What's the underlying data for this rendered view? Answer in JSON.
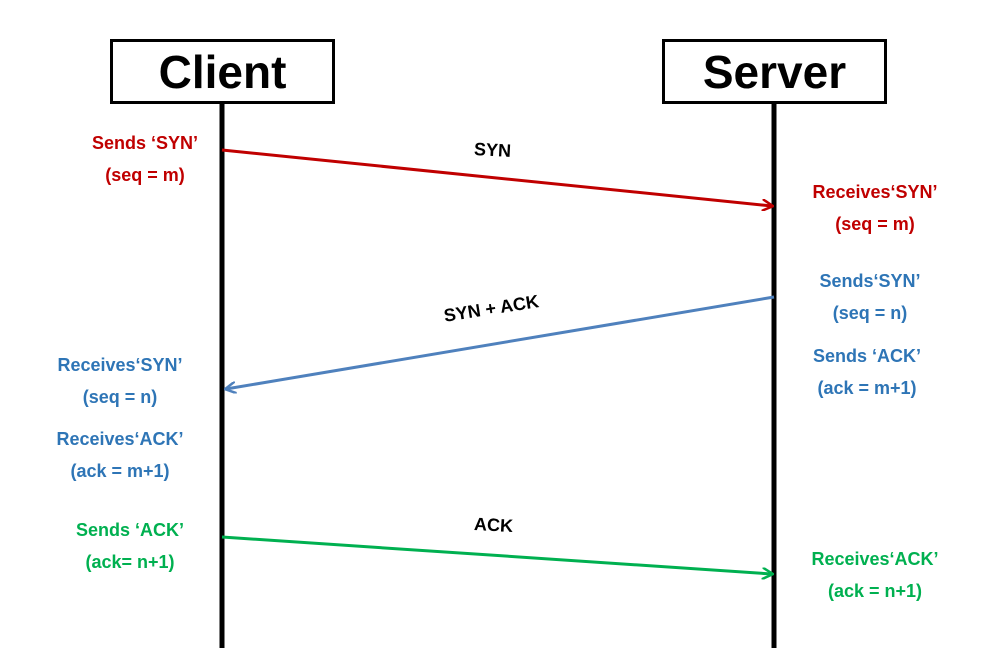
{
  "colors": {
    "syn": "#c00000",
    "synack": "#4f81bd",
    "synack_text": "#2e75b6",
    "ack": "#00b050",
    "lifeline": "#000000"
  },
  "client": {
    "label": "Client"
  },
  "server": {
    "label": "Server"
  },
  "messages": [
    {
      "label": "SYN",
      "direction": "client-to-server"
    },
    {
      "label": "SYN + ACK",
      "direction": "server-to-client"
    },
    {
      "label": "ACK",
      "direction": "client-to-server"
    }
  ],
  "notes": {
    "client_syn": [
      "Sends ‘SYN’",
      "(seq = m)"
    ],
    "server_syn": [
      "Receives‘SYN’",
      "(seq = m)"
    ],
    "server_synack_syn": [
      "Sends‘SYN’",
      "(seq = n)"
    ],
    "server_synack_ack": [
      "Sends ‘ACK’",
      "(ack = m+1)"
    ],
    "client_recv_syn": [
      "Receives‘SYN’",
      "(seq = n)"
    ],
    "client_recv_ack": [
      "Receives‘ACK’",
      "(ack = m+1)"
    ],
    "client_ack": [
      "Sends ‘ACK’",
      "(ack= n+1)"
    ],
    "server_ack": [
      "Receives‘ACK’",
      "(ack = n+1)"
    ]
  }
}
